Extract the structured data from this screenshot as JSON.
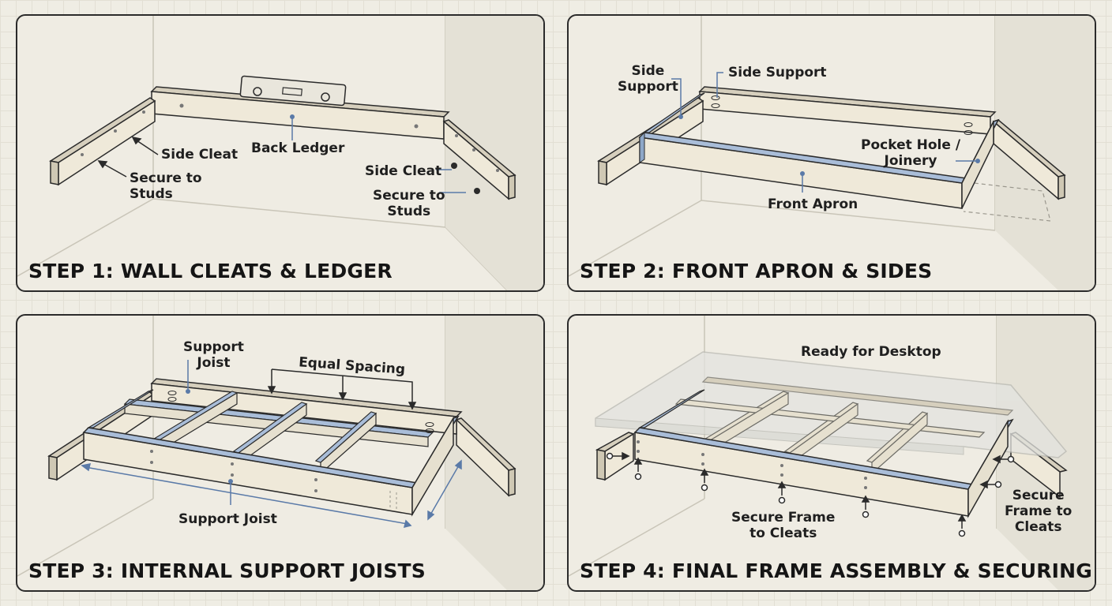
{
  "panels": [
    {
      "title": "STEP 1: WALL CLEATS & LEDGER",
      "labels": {
        "side_cleat_left": "Side Cleat",
        "back_ledger": "Back Ledger",
        "secure_left": "Secure to\nStuds",
        "side_cleat_right": "Side Cleat",
        "secure_right": "Secure to\nStuds"
      }
    },
    {
      "title": "STEP 2: FRONT APRON & SIDES",
      "labels": {
        "side_support_left": "Side\nSupport",
        "side_support_top": "Side Support",
        "pocket_hole": "Pocket Hole /\nJoinery",
        "front_apron": "Front Apron"
      }
    },
    {
      "title": "STEP 3: INTERNAL SUPPORT JOISTS",
      "labels": {
        "support_joist_top": "Support\nJoist",
        "equal_spacing": "Equal Spacing",
        "support_joist_bottom": "Support Joist"
      }
    },
    {
      "title": "STEP 4: FINAL FRAME ASSEMBLY & SECURING",
      "labels": {
        "ready": "Ready for Desktop",
        "secure_frame": "Secure Frame\nto Cleats",
        "secure_frame_right": "Secure\nFrame to\nCleats"
      }
    }
  ],
  "colors": {
    "wood_face": "#efe9d9",
    "wood_side": "#d6cfbd",
    "accent_blue": "#8ea7c8",
    "outline": "#2b2b2b"
  }
}
